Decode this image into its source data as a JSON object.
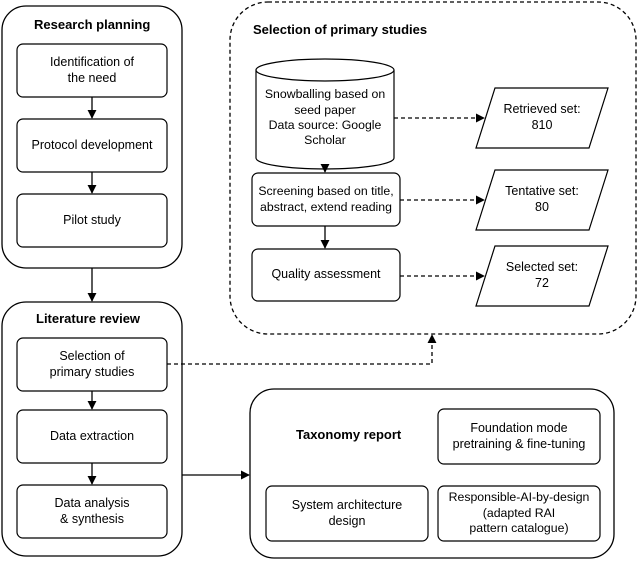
{
  "research_planning": {
    "title": "Research planning",
    "steps": [
      "Identification of\nthe need",
      "Protocol development",
      "Pilot study"
    ]
  },
  "literature_review": {
    "title": "Literature review",
    "steps": [
      "Selection of\nprimary studies",
      "Data extraction",
      "Data analysis\n& synthesis"
    ]
  },
  "selection": {
    "title": "Selection of primary studies",
    "database_step": "Snowballing based on\nseed paper\nData source: Google\nScholar",
    "screening_step": "Screening based on title,\nabstract, extend reading",
    "quality_step": "Quality assessment",
    "retrieved": "Retrieved set:\n810",
    "tentative": "Tentative set:\n80",
    "selected": "Selected set:\n72"
  },
  "taxonomy": {
    "title": "Taxonomy report",
    "items": [
      "Foundation mode\npretraining & fine-tuning",
      "System architecture\ndesign",
      "Responsible-AI-by-design\n(adapted RAI\npattern catalogue)"
    ]
  },
  "colors": {
    "stroke": "#000000",
    "fill": "#ffffff"
  }
}
